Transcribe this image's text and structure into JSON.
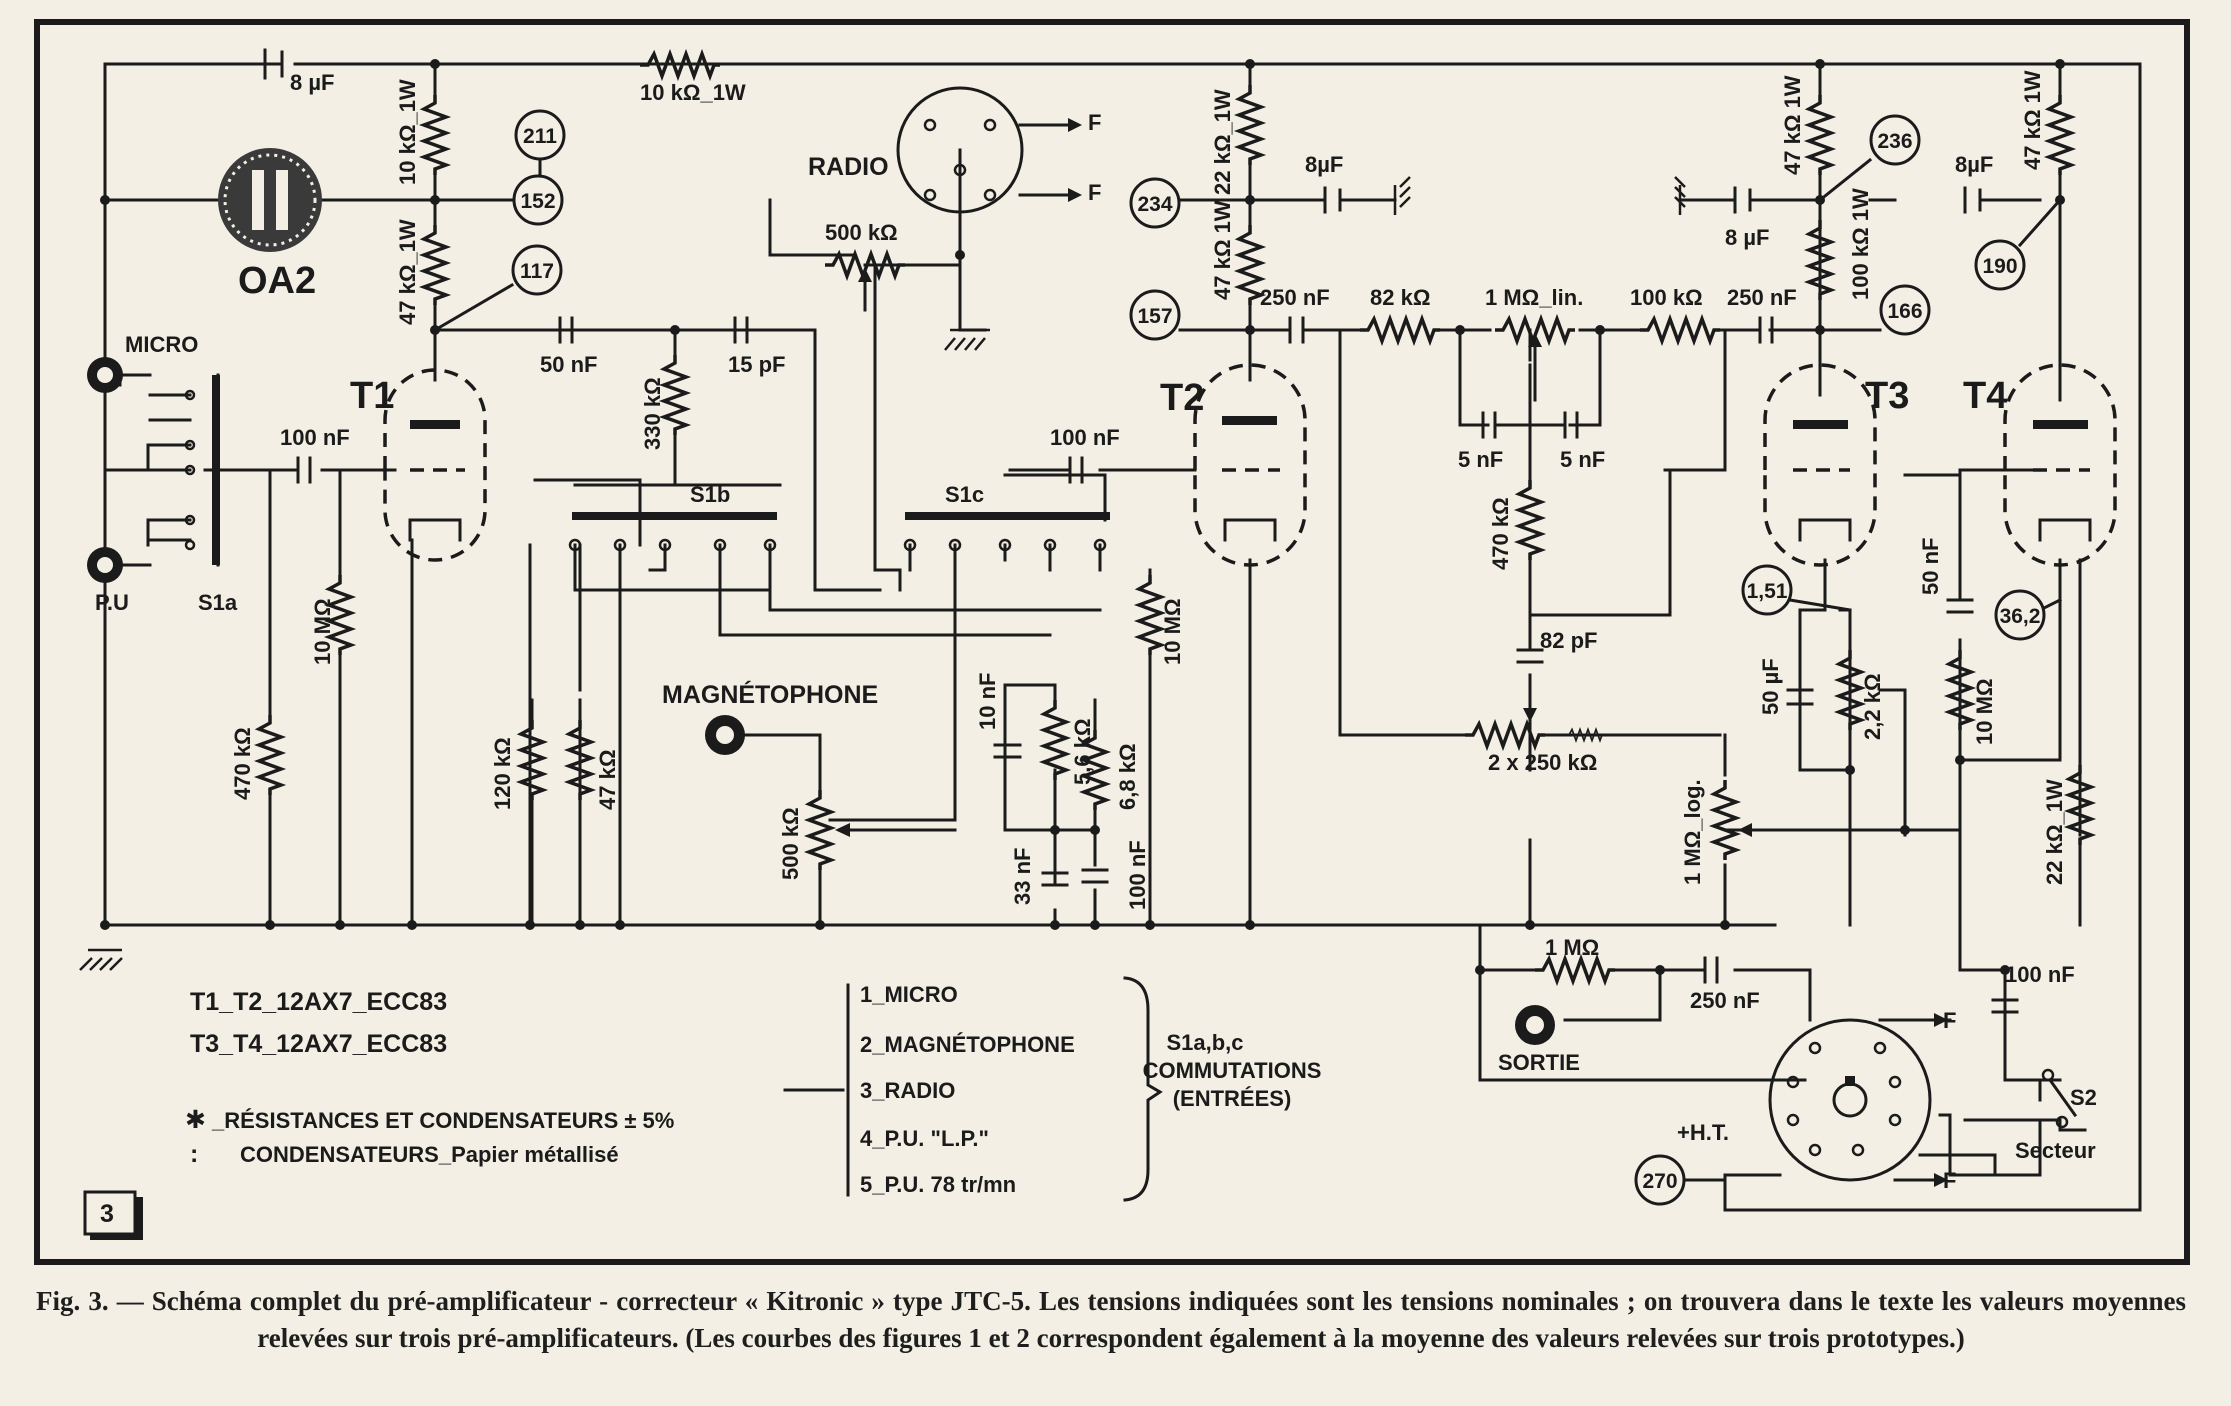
{
  "figure": {
    "caption": "Fig. 3. — Schéma complet du pré-amplificateur - correcteur « Kitronic » type JTC-5. Les tensions indiquées sont les tensions nominales ; on trouvera dans le texte les valeurs moyennes relevées sur trois pré-amplificateurs. (Les courbes des figures 1 et 2 correspondent également à la moyenne des valeurs relevées sur trois prototypes.)",
    "figure_number": "3"
  },
  "tubes": {
    "t1": "T1",
    "t2": "T2",
    "t3": "T3",
    "t4": "T4",
    "regulator": "OA2"
  },
  "test_points": {
    "tp211": "211",
    "tp152": "152",
    "tp117": "117",
    "tp234": "234",
    "tp157": "157",
    "tp236": "236",
    "tp166": "166",
    "tp190": "190",
    "tp151": "1,51",
    "tp362": "36,2",
    "tp270": "270"
  },
  "components": {
    "c_8uF_top": "8 µF",
    "r_10k_1w_top": "10 kΩ_1W",
    "r_10k_1w_t1": "10 kΩ_1W",
    "r_47k_1w_t1": "47 kΩ_1W",
    "c_50nF": "50 nF",
    "c_15pF": "15 pF",
    "r_330k": "330 kΩ",
    "c_100nF_in": "100 nF",
    "r_10M_t1": "10 MΩ",
    "r_470k_in": "470 kΩ",
    "r_120k": "120 kΩ",
    "r_47k_sw": "47 kΩ",
    "radio_label": "RADIO",
    "pot_500k_radio": "500 kΩ",
    "magneto_label": "MAGNÉTOPHONE",
    "pot_500k_mag": "500 kΩ",
    "c_10nF": "10 nF",
    "r_5k6": "5,6 kΩ",
    "r_6k8": "6,8 kΩ",
    "c_33nF": "33 nF",
    "c_100nF_eq": "100 nF",
    "c_100nF_t2": "100 nF",
    "r_10M_t2": "10 MΩ",
    "r_22k_1w_t2": "22 kΩ_1W",
    "c_8uF_t2": "8µF",
    "r_47k_1w_t2": "47 kΩ 1W",
    "c_250nF_t2": "250 nF",
    "r_82k": "82 kΩ",
    "pot_1M_lin": "1 MΩ_lin.",
    "r_100k_tone": "100 kΩ",
    "c_5nF_a": "5 nF",
    "c_5nF_b": "5 nF",
    "r_470k_tone": "470 kΩ",
    "c_82pF": "82 pF",
    "pot_2x250k": "2 x     250 kΩ",
    "pot_1M_log": "1 MΩ_log.",
    "c_250nF_t3": "250 nF",
    "r_100k_1w_t3": "100 kΩ 1W",
    "r_47k_1w_t3": "47 kΩ 1W",
    "c_8uF_t3": "8 µF",
    "c_50uF": "50 µF",
    "r_2k2": "2,2 kΩ",
    "c_50nF_t4": "50 nF",
    "r_10M_t4": "10 MΩ",
    "r_47k_1w_t4": "47 kΩ 1W",
    "c_8uF_t4": "8µF",
    "r_22k_1w_t4": "22 kΩ_1W",
    "r_1M_fb": "1 MΩ",
    "c_250nF_out": "250 nF",
    "c_100nF_mains": "100 nF",
    "sortie": "SORTIE",
    "secteur": "Secteur",
    "s2": "S2",
    "ht": "+H.T.",
    "micro": "MICRO",
    "pu": "P.U",
    "s1a": "S1a",
    "s1b": "S1b",
    "s1c": "S1c",
    "f1": "F",
    "f2": "F",
    "f3": "F",
    "f4": "F"
  },
  "legend": {
    "tubes_line1": "T1_T2_12AX7_ECC83",
    "tubes_line2": "T3_T4_12AX7_ECC83",
    "asterisk_note": "_RÉSISTANCES ET CONDENSATEURS ± 5%",
    "dot_note": "CONDENSATEURS_Papier métallisé",
    "switch_positions": [
      "1_MICRO",
      "2_MAGNÉTOPHONE",
      "3_RADIO",
      "4_P.U. \"L.P.\"",
      "5_P.U. 78 tr/mn"
    ],
    "switch_title_1": "S1a,b,c",
    "switch_title_2": "COMMUTATIONS",
    "switch_title_3": "(ENTRÉES)"
  }
}
